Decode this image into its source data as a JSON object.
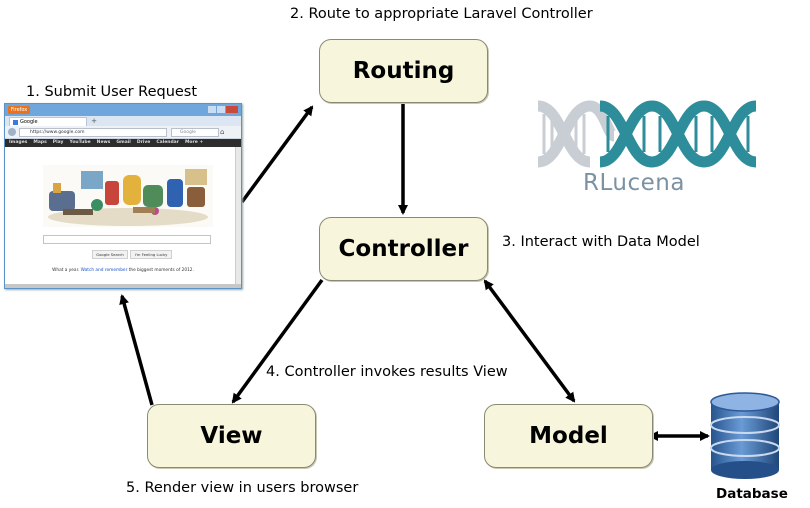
{
  "nodes": {
    "routing": "Routing",
    "controller": "Controller",
    "view": "View",
    "model": "Model"
  },
  "steps": {
    "step1": "1. Submit User Request",
    "step2": "2. Route to appropriate Laravel Controller",
    "step3": "3. Interact with Data Model",
    "step4": "4. Controller invokes results View",
    "step5": "5. Render view in users browser"
  },
  "database_label": "Database",
  "logo": {
    "text": "RLucena",
    "colors": {
      "teal": "#2d8d9b",
      "gray": "#c8ced3",
      "text": "#7c92a3"
    }
  },
  "browser": {
    "app_button": "Firefox",
    "tab_title": "Google",
    "url": "https://www.google.com",
    "search_placeholder": "Google",
    "menu_items": [
      "Images",
      "Maps",
      "Play",
      "YouTube",
      "News",
      "Gmail",
      "Drive",
      "Calendar",
      "More +"
    ],
    "search_button": "Google Search",
    "lucky_button": "I'm Feeling Lucky",
    "footer_text": "What a year. ",
    "footer_link": "Watch and remember",
    "footer_text2": " the biggest moments of 2012."
  },
  "colors": {
    "node_fill": "#f7f6dc",
    "node_border": "#8a8a74",
    "arrow": "#000000",
    "db_blue": "#3e6fb5"
  }
}
